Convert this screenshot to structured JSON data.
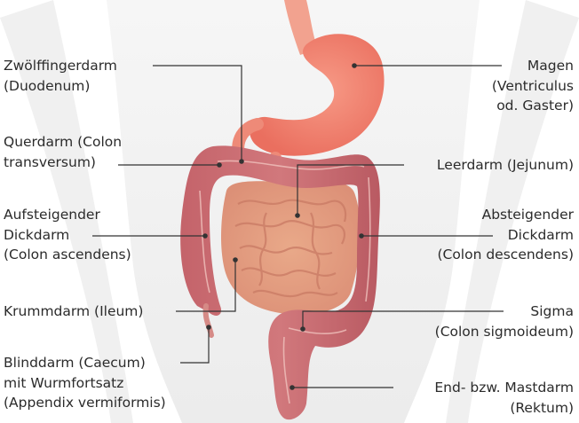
{
  "labels": {
    "duodenum": [
      "Zwölffingerdarm",
      "(Duodenum)"
    ],
    "transversum": [
      "Querdarm (Colon",
      "transversum)"
    ],
    "ascendens": [
      "Aufsteigender",
      "Dickdarm",
      "(Colon ascendens)"
    ],
    "ileum": [
      "Krummdarm (Ileum)"
    ],
    "caecum": [
      "Blinddarm (Caecum)",
      "mit Wurmfortsatz",
      "(Appendix vermiformis)"
    ],
    "magen": [
      "Magen",
      "(Ventriculus",
      "od. Gaster)"
    ],
    "jejunum": [
      "Leerdarm (Jejunum)"
    ],
    "descendens": [
      "Absteigender",
      "Dickdarm",
      "(Colon descendens)"
    ],
    "sigma": [
      "Sigma",
      "(Colon sigmoideum)"
    ],
    "rektum": [
      "End- bzw. Mastdarm",
      "(Rektum)"
    ]
  },
  "colors": {
    "body_silhouette": "#ededed",
    "stomach": "#f2806e",
    "colon": "#c86a6f",
    "small_intestine": "#e3a084",
    "leader_line": "#333333"
  }
}
